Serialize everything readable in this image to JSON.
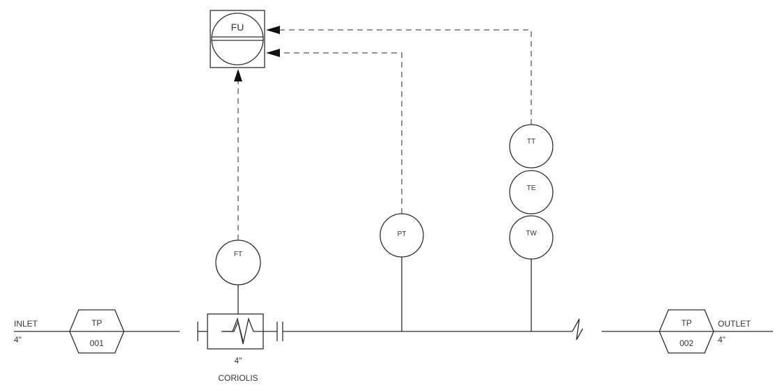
{
  "diagram": {
    "function_unit": {
      "tag": "FU"
    },
    "instruments": {
      "flow_transmitter_coriolis": {
        "tag": "FT"
      },
      "flow_transmitter": {
        "tag": "PT"
      },
      "temperature_transmitter": {
        "tag": "TT"
      },
      "temperature_element": {
        "tag": "TE"
      },
      "thermowell": {
        "tag": "TW"
      }
    },
    "test_points": {
      "inlet": {
        "tag": "TP",
        "number": "001"
      },
      "outlet": {
        "tag": "TP",
        "number": "002"
      }
    },
    "inlet": {
      "label": "INLET",
      "size": "4\""
    },
    "outlet": {
      "label": "OUTLET",
      "size": "4\""
    },
    "coriolis_meter": {
      "size": "4\"",
      "label": "CORIOLIS"
    }
  }
}
